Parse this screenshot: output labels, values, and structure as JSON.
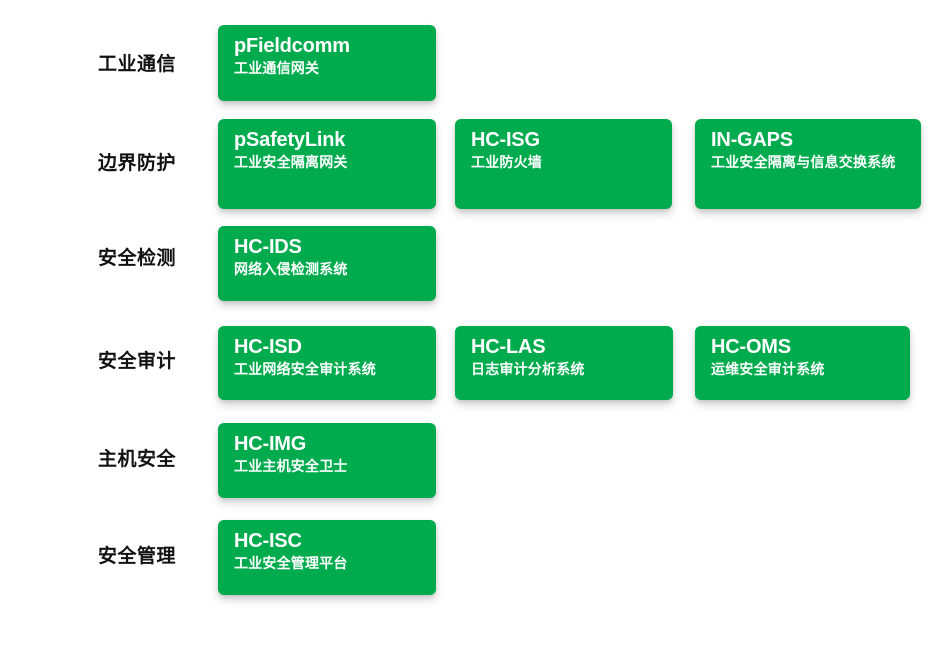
{
  "diagram": {
    "background_color": "#ffffff",
    "card_color": "#00ab4e",
    "card_text_color": "#ffffff",
    "label_text_color": "#111111",
    "rows": [
      {
        "label": "工业通信",
        "cards": [
          {
            "title": "pFieldcomm",
            "subtitle": "工业通信网关"
          }
        ]
      },
      {
        "label": "边界防护",
        "cards": [
          {
            "title": "pSafetyLink",
            "subtitle": "工业安全隔离网关"
          },
          {
            "title": "HC-ISG",
            "subtitle": "工业防火墙"
          },
          {
            "title": "IN-GAPS",
            "subtitle": "工业安全隔离与信息交换系统"
          }
        ]
      },
      {
        "label": "安全检测",
        "cards": [
          {
            "title": "HC-IDS",
            "subtitle": "网络入侵检测系统"
          }
        ]
      },
      {
        "label": "安全审计",
        "cards": [
          {
            "title": "HC-ISD",
            "subtitle": "工业网络安全审计系统"
          },
          {
            "title": "HC-LAS",
            "subtitle": "日志审计分析系统"
          },
          {
            "title": "HC-OMS",
            "subtitle": "运维安全审计系统"
          }
        ]
      },
      {
        "label": "主机安全",
        "cards": [
          {
            "title": "HC-IMG",
            "subtitle": "工业主机安全卫士"
          }
        ]
      },
      {
        "label": "安全管理",
        "cards": [
          {
            "title": "HC-ISC",
            "subtitle": "工业安全管理平台"
          }
        ]
      }
    ]
  }
}
